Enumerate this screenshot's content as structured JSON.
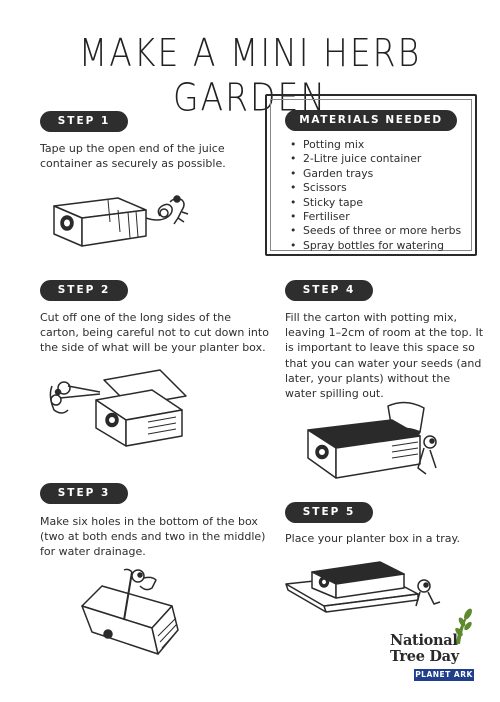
{
  "title": "MAKE A MINI HERB GARDEN",
  "materials": {
    "heading": "MATERIALS NEEDED",
    "items": [
      "Potting mix",
      "2-Litre juice container",
      "Garden trays",
      "Scissors",
      "Sticky tape",
      "Fertiliser",
      "Seeds of three or more herbs",
      "Spray bottles for watering"
    ]
  },
  "steps": [
    {
      "label": "STEP 1",
      "text": [
        "Tape up the open end of the juice",
        "container as securely as possible."
      ]
    },
    {
      "label": "STEP 2",
      "text": [
        "Cut off one of the long sides of the",
        "carton, being careful not to cut down into",
        "the side of what will be your planter box."
      ]
    },
    {
      "label": "STEP 3",
      "text": [
        "Make six holes in the bottom of the box",
        "(two at both ends and two in the middle)",
        "for water drainage."
      ]
    },
    {
      "label": "STEP 4",
      "text": [
        "Fill the carton with potting mix,",
        "leaving 1–2cm of room at the top. It",
        "is important to leave this space so",
        "that you can water your seeds (and",
        "later, your plants) without the",
        "water spilling out."
      ]
    },
    {
      "label": "STEP 5",
      "text": [
        "Place your planter box in a tray."
      ]
    }
  ],
  "logo": {
    "line1": "National",
    "line2": "Tree Day",
    "badge": "PLANET ARK",
    "leaf_color": "#5e8a2e",
    "badge_color": "#1f3f8a"
  },
  "illustrations": {
    "step1": "taped-juice-carton-illustration",
    "step2": "cutting-carton-illustration",
    "step3": "punching-holes-illustration",
    "step4": "filled-planter-box-illustration",
    "step5": "planter-in-tray-illustration"
  }
}
